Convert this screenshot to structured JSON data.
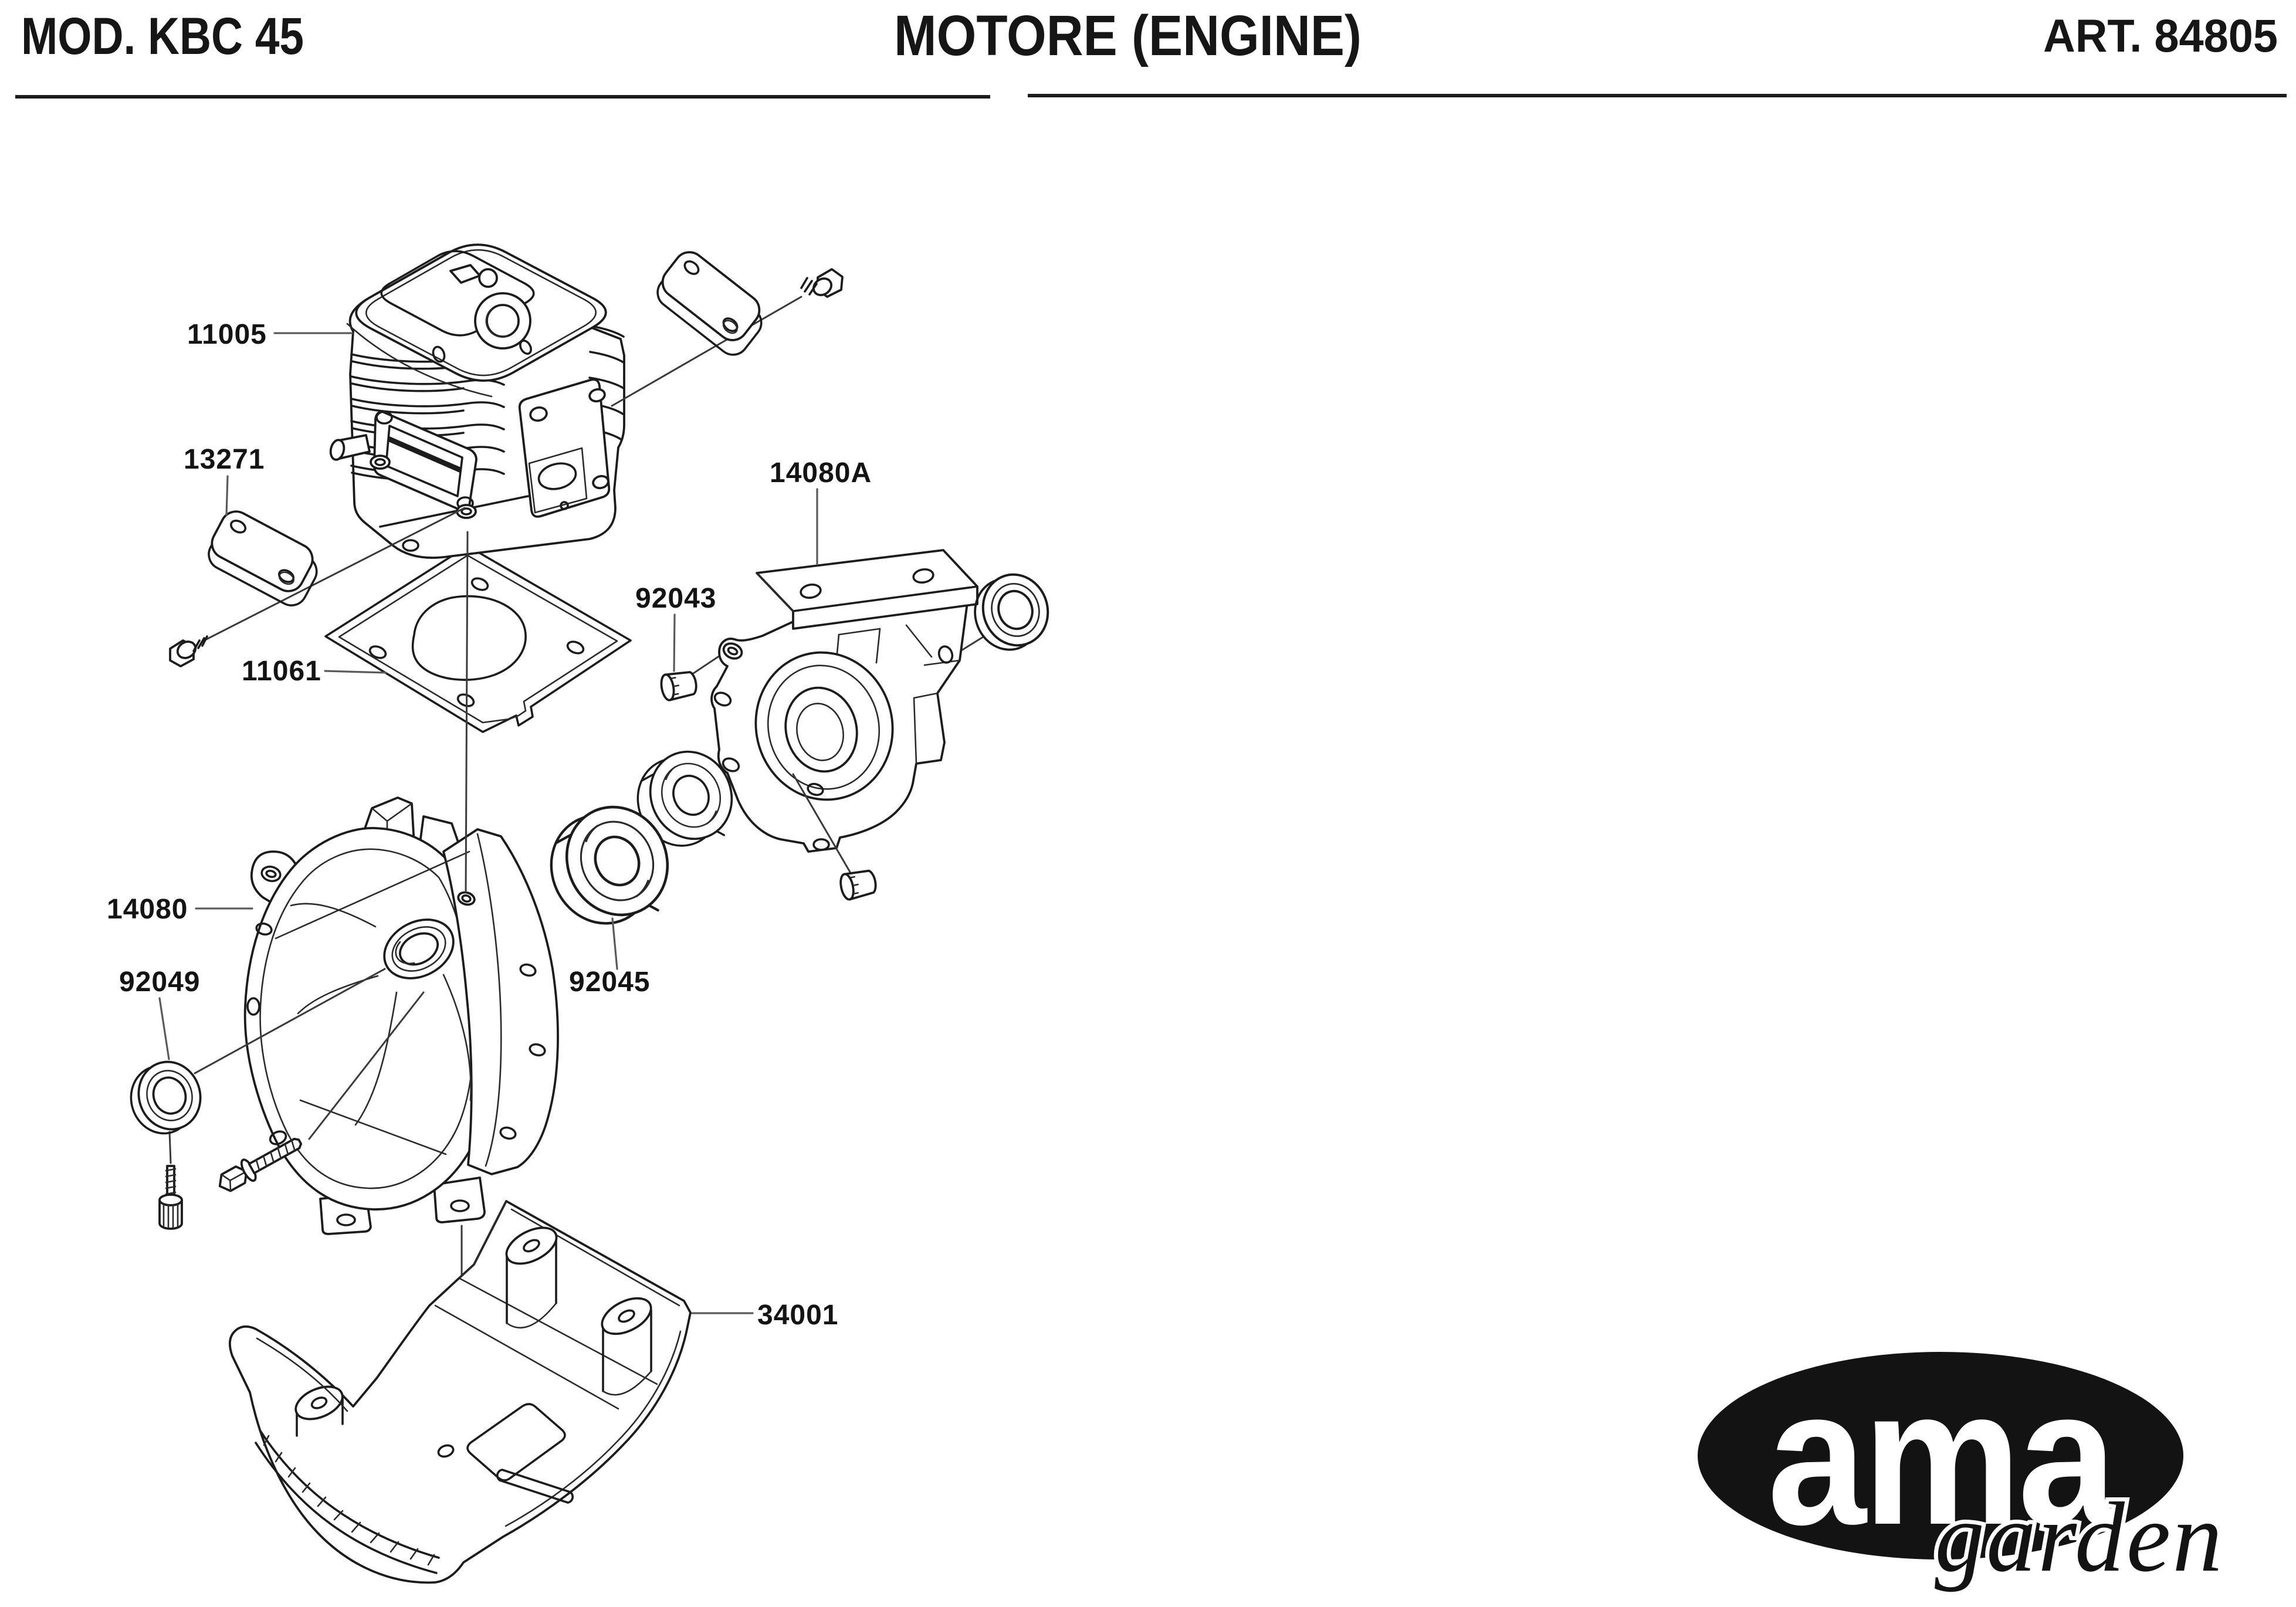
{
  "header": {
    "model": "MOD. KBC 45",
    "title": "MOTORE (ENGINE)",
    "article": "ART. 84805"
  },
  "parts": [
    {
      "number": "11005"
    },
    {
      "number": "13271"
    },
    {
      "number": "11061"
    },
    {
      "number": "92043"
    },
    {
      "number": "14080A"
    },
    {
      "number": "14080"
    },
    {
      "number": "92049"
    },
    {
      "number": "92045"
    },
    {
      "number": "34001"
    }
  ],
  "logo": {
    "brand": "ama",
    "line": "garden"
  },
  "colors": {
    "ink": "#1c1c1c",
    "leader": "#5a5a5a",
    "paper": "#ffffff",
    "logo": "#131313"
  }
}
